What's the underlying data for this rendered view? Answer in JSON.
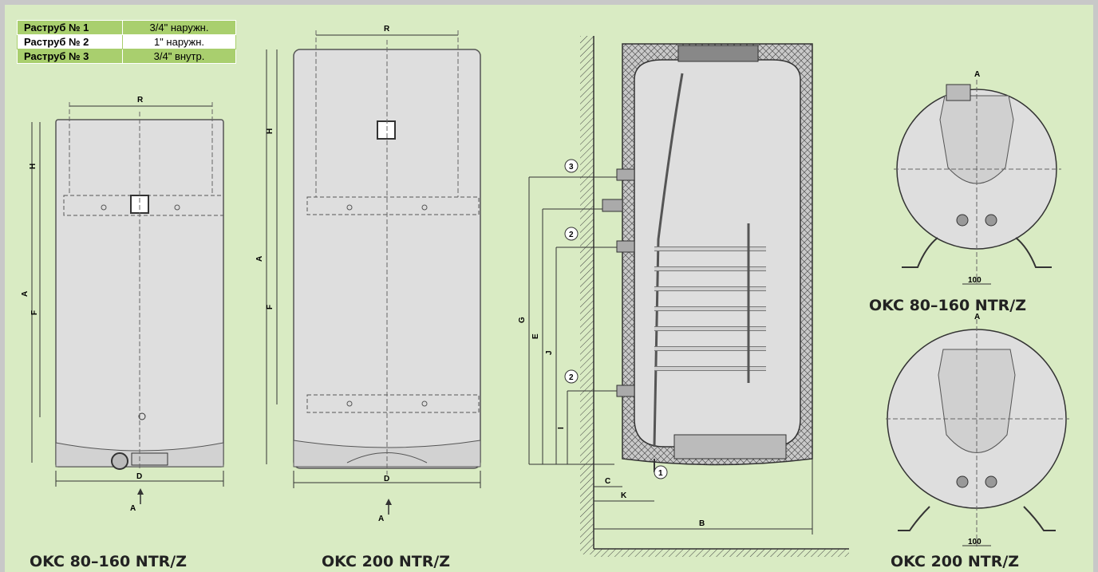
{
  "fittings_table": [
    {
      "name": "Раструб № 1",
      "value": "3/4\" наружн."
    },
    {
      "name": "Раструб № 2",
      "value": "1\" наружн."
    },
    {
      "name": "Раструб № 3",
      "value": "3/4\" внутр."
    }
  ],
  "titles": {
    "front_small": "OKC 80–160 NTR/Z",
    "front_large": "OKC 200 NTR/Z",
    "top_small": "OKC 80–160 NTR/Z",
    "top_large": "OKC 200 NTR/Z"
  },
  "dimension_labels": {
    "R": "R",
    "H": "H",
    "A": "A",
    "F": "F",
    "D": "D",
    "G": "G",
    "E": "E",
    "J": "J",
    "I": "I",
    "C": "C",
    "K": "K",
    "B": "B"
  },
  "view_arrow_label": "A",
  "port_numbers": [
    "3",
    "2",
    "2",
    "1"
  ],
  "spacing_value": "100",
  "colors": {
    "background": "#d9ebc3",
    "table_green": "#a9cf6e",
    "insulation": "#c9c9c9"
  }
}
